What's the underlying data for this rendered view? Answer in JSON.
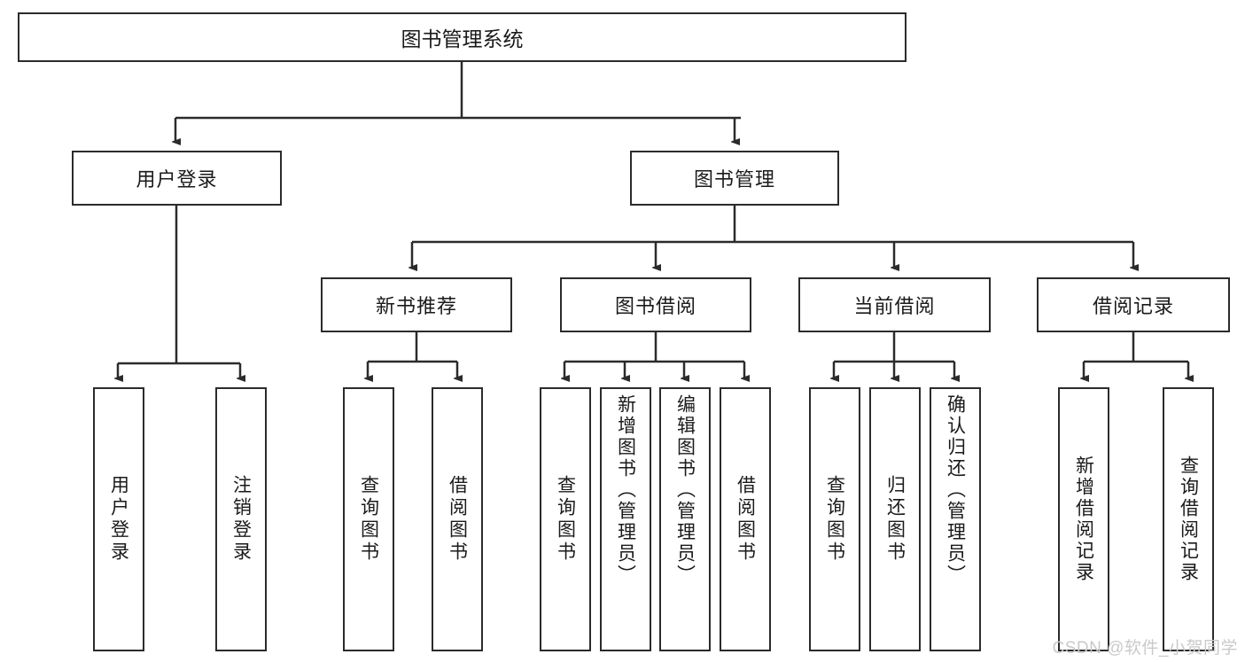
{
  "diagram": {
    "type": "tree-hierarchy-diagram",
    "title": "图书管理系统",
    "watermark": "CSDN @软件_小贺同学",
    "colors": {
      "stroke": "#2b2b2b",
      "fill": "#ffffff",
      "text": "#1a1a1a",
      "watermark": "#c9c9c9"
    },
    "levels": {
      "root": {
        "label": "图书管理系统"
      },
      "level2": [
        {
          "label": "用户登录"
        },
        {
          "label": "图书管理"
        }
      ],
      "level3": [
        {
          "label": "新书推荐"
        },
        {
          "label": "图书借阅"
        },
        {
          "label": "当前借阅"
        },
        {
          "label": "借阅记录"
        }
      ],
      "leaves": {
        "user_login": [
          {
            "label": "用户登录"
          },
          {
            "label": "注销登录"
          }
        ],
        "new_book_recommend": [
          {
            "label": "查询图书"
          },
          {
            "label": "借阅图书"
          }
        ],
        "book_borrow": [
          {
            "label": "查询图书"
          },
          {
            "label": "新增图书（管理员）"
          },
          {
            "label": "编辑图书（管理员）"
          },
          {
            "label": "借阅图书"
          }
        ],
        "current_borrow": [
          {
            "label": "查询图书"
          },
          {
            "label": "归还图书"
          },
          {
            "label": "确认归还（管理员）"
          }
        ],
        "borrow_record": [
          {
            "label": "新增借阅记录"
          },
          {
            "label": "查询借阅记录"
          }
        ]
      }
    }
  }
}
